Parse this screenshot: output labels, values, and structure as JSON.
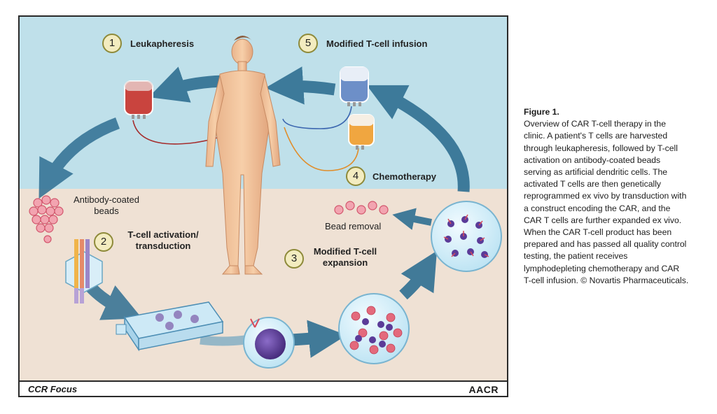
{
  "diagram": {
    "steps": [
      {
        "number": "1",
        "label": "Leukapheresis"
      },
      {
        "number": "2",
        "label_line1": "T-cell activation/",
        "label_line2": "transduction"
      },
      {
        "number": "3",
        "label_line1": "Modified T-cell",
        "label_line2": "expansion"
      },
      {
        "number": "4",
        "label": "Chemotherapy"
      },
      {
        "number": "5",
        "label": "Modified T-cell infusion"
      }
    ],
    "beads_label_line1": "Antibody-coated",
    "beads_label_line2": "beads",
    "bead_removal_label": "Bead removal",
    "colors": {
      "sky": "#bfe0ea",
      "ground": "#efe1d4",
      "arrow": "#2f6f92",
      "blood_bag": "#c9443e",
      "blue_bag": "#6d8fc8",
      "orange_bag": "#f0a640",
      "cell": "#5b3b98",
      "bead": "#e07a86"
    }
  },
  "footer": {
    "journal": "CCR Focus",
    "publisher": "AACR"
  },
  "caption": {
    "title": "Figure 1.",
    "text": "Overview of CAR T-cell therapy in the clinic. A patient's T cells are harvested through leukapheresis, followed by T-cell activation on antibody-coated beads serving as artificial dendritic cells. The activated T cells are then genetically reprogrammed ex vivo by transduction with a construct encoding the CAR, and the CAR T cells are further expanded ex vivo. When the CAR T-cell product has been prepared and has passed all quality control testing, the patient receives lymphodepleting chemotherapy and CAR T-cell infusion. © Novartis Pharmaceuticals."
  }
}
